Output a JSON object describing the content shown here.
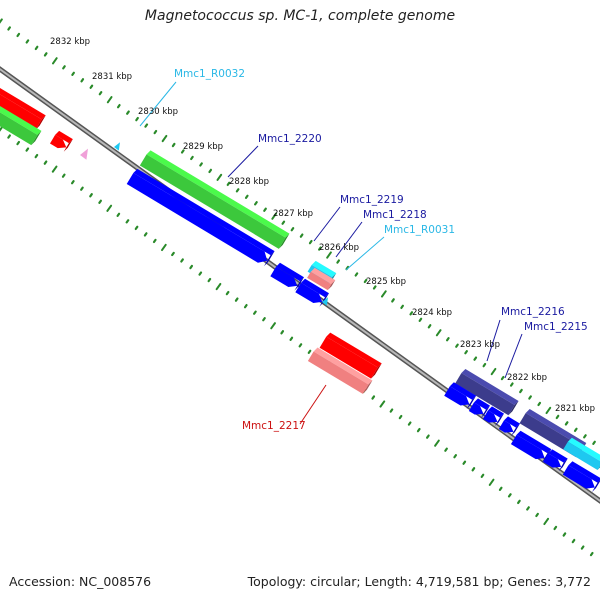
{
  "title": "Magnetococcus sp. MC-1, complete genome",
  "footer": {
    "accession": "Accession: NC_008576",
    "summary": "Topology: circular; Length: 4,719,581 bp; Genes: 3,772"
  },
  "colors": {
    "cds": "#0000ff",
    "rna": "#1ec8f0",
    "gc_skew_pos": "#3cc83c",
    "red_feature": "#ff0000",
    "pink_feature": "#f08080",
    "dark_feature": "#3c3c8c",
    "backbone": "#888888",
    "tick": "#2a8a2a",
    "label_dark": "#1a1aa0",
    "label_blue": "#2ab8e6",
    "label_red": "#cc1111"
  },
  "scale_labels": [
    "2832 kbp",
    "2831 kbp",
    "2830 kbp",
    "2829 kbp",
    "2828 kbp",
    "2827 kbp",
    "2826 kbp",
    "2825 kbp",
    "2824 kbp",
    "2823 kbp",
    "2822 kbp",
    "2821 kbp"
  ],
  "gene_labels": [
    {
      "text": "Mmc1_R0032",
      "color": "label_blue"
    },
    {
      "text": "Mmc1_2220",
      "color": "label_dark"
    },
    {
      "text": "Mmc1_2219",
      "color": "label_dark"
    },
    {
      "text": "Mmc1_2218",
      "color": "label_dark"
    },
    {
      "text": "Mmc1_R0031",
      "color": "label_blue"
    },
    {
      "text": "Mmc1_2216",
      "color": "label_dark"
    },
    {
      "text": "Mmc1_2215",
      "color": "label_dark"
    },
    {
      "text": "Mmc1_2217",
      "color": "label_red"
    }
  ]
}
